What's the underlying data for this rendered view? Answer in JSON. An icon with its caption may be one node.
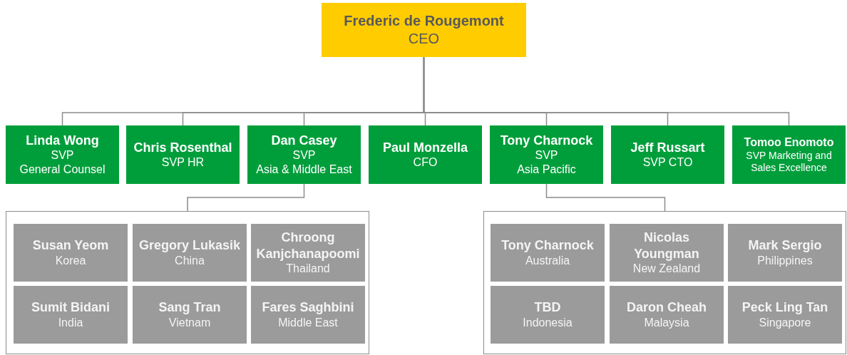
{
  "diagram": {
    "nodes": [
      {
        "text": [
          "Frederic de Rougemont",
          "CEO"
        ]
      },
      {
        "text": [
          "Linda Wong",
          "SVP",
          "General Counsel"
        ]
      },
      {
        "text": [
          "Chris Rosenthal",
          "SVP HR"
        ]
      },
      {
        "text": [
          "Dan Casey",
          "SVP",
          "Asia & Middle East"
        ]
      },
      {
        "text": [
          "Paul Monzella",
          "CFO"
        ]
      },
      {
        "text": [
          "Tony Charnock",
          "SVP",
          "Asia Pacific"
        ]
      },
      {
        "text": [
          "Jeff Russart",
          "SVP CTO"
        ]
      },
      {
        "text": [
          "Tomoo Enomoto",
          "SVP Marketing and Sales Excellence"
        ]
      },
      {
        "text": [],
        "shape": "box"
      },
      {
        "text": [
          "Susan Yeom",
          "Korea"
        ],
        "in": 8
      },
      {
        "text": [
          "Gregory Lukasik",
          "China"
        ],
        "in": 8
      },
      {
        "text": [
          "Chroong Kanjchanapoomi",
          "Thailand"
        ],
        "in": 8
      },
      {
        "text": [
          "Sumit Bidani",
          "India"
        ],
        "in": 8
      },
      {
        "text": [
          "Sang Tran",
          "Vietnam"
        ],
        "in": 8
      },
      {
        "text": [
          "Fares Saghbini",
          "Middle East"
        ],
        "in": 8
      },
      {
        "text": [],
        "shape": "box"
      },
      {
        "text": [
          "Tony Charnock",
          "Australia"
        ],
        "in": 15
      },
      {
        "text": [
          "Nicolas Youngman",
          "New Zealand"
        ],
        "in": 15
      },
      {
        "text": [
          "Mark Sergio",
          "Philippines"
        ],
        "in": 15
      },
      {
        "text": [
          "TBD",
          "Indonesia"
        ],
        "in": 15
      },
      {
        "text": [
          "Daron Cheah",
          "Malaysia"
        ],
        "in": 15
      },
      {
        "text": [
          "Peck Ling Tan",
          "Singapore"
        ],
        "in": 15
      }
    ],
    "edges": [
      {
        "from": 0,
        "to": 1,
        "arrow": "none"
      },
      {
        "from": 0,
        "to": 2,
        "arrow": "none"
      },
      {
        "from": 0,
        "to": 3,
        "arrow": "none"
      },
      {
        "from": 0,
        "to": 4,
        "arrow": "none"
      },
      {
        "from": 0,
        "to": 5,
        "arrow": "none"
      },
      {
        "from": 0,
        "to": 6,
        "arrow": "none"
      },
      {
        "from": 0,
        "to": 7,
        "arrow": "none"
      },
      {
        "from": 3,
        "to": 8,
        "arrow": "none"
      },
      {
        "from": 5,
        "to": 15,
        "arrow": "none"
      }
    ]
  }
}
